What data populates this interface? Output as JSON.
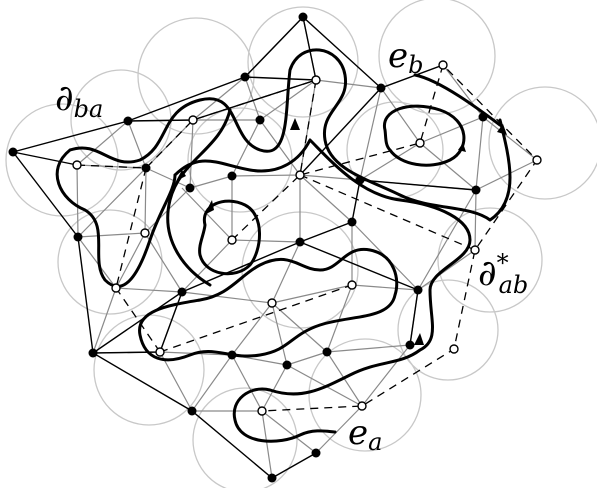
{
  "labels": {
    "d_ba": {
      "symbol": "∂",
      "sub": "ba",
      "sup": ""
    },
    "d_ab_star": {
      "symbol": "∂",
      "sub": "ab",
      "sup": "*"
    },
    "e_b": {
      "symbol": "e",
      "sub": "b",
      "sup": ""
    },
    "e_a": {
      "symbol": "e",
      "sub": "a",
      "sup": ""
    }
  },
  "colors": {
    "circle": "#c8c8c8",
    "edge_black": "#000000",
    "edge_gray": "#8a8a8a",
    "curve": "#000000",
    "node_filled": "#000000",
    "node_hollow": "#ffffff"
  }
}
